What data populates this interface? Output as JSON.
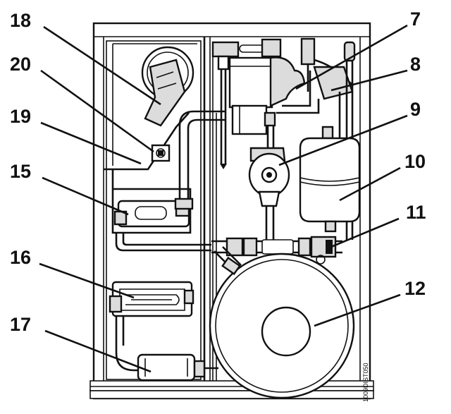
{
  "diagram": {
    "callouts": [
      {
        "id": "c18",
        "text": "18"
      },
      {
        "id": "c20",
        "text": "20"
      },
      {
        "id": "c19",
        "text": "19"
      },
      {
        "id": "c15",
        "text": "15"
      },
      {
        "id": "c16",
        "text": "16"
      },
      {
        "id": "c17",
        "text": "17"
      },
      {
        "id": "c7",
        "text": "7"
      },
      {
        "id": "c8",
        "text": "8"
      },
      {
        "id": "c9",
        "text": "9"
      },
      {
        "id": "c10",
        "text": "10"
      },
      {
        "id": "c11",
        "text": "11"
      },
      {
        "id": "c12",
        "text": "12"
      }
    ],
    "drawing_code": "1009DIST050"
  }
}
